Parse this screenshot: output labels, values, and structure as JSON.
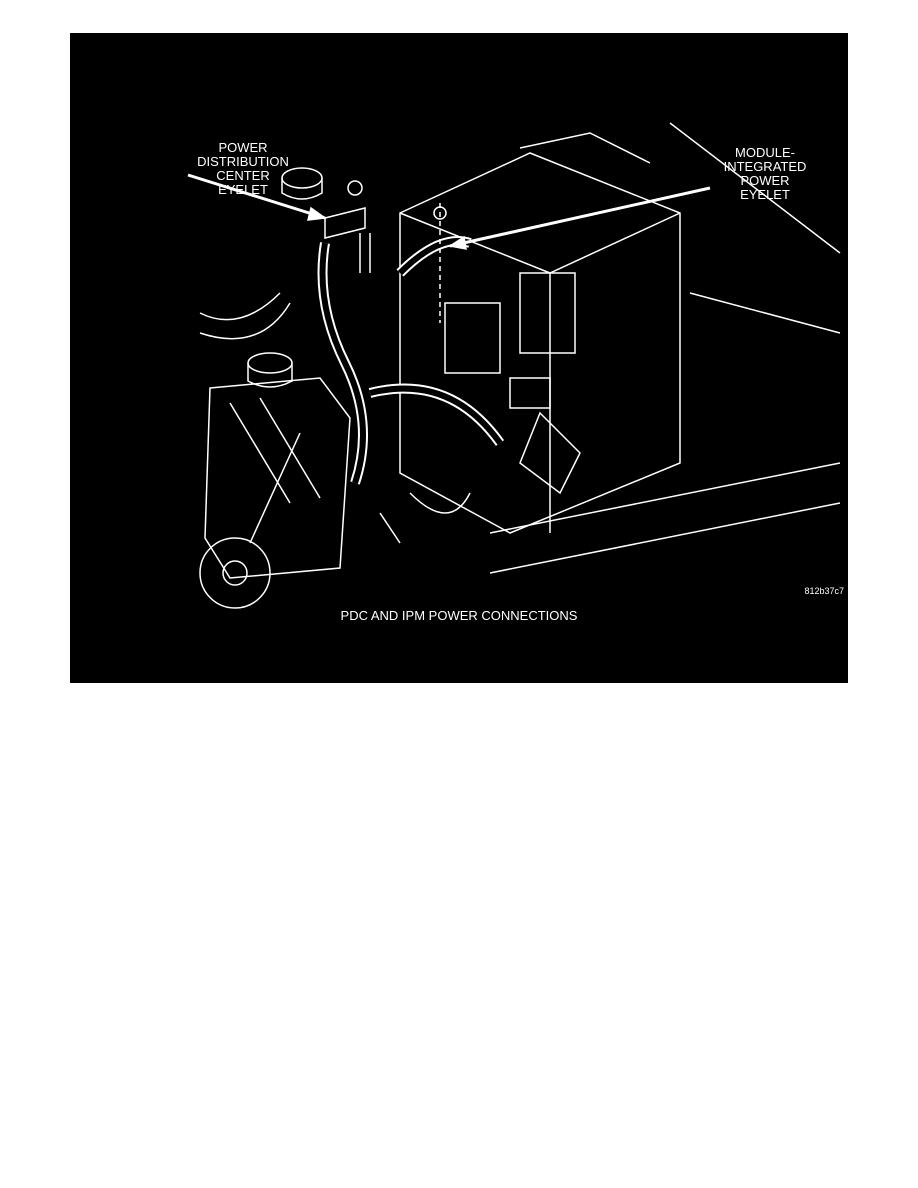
{
  "figure": {
    "labels": {
      "pdc_eyelet": "POWER\nDISTRIBUTION\nCENTER\nEYELET",
      "ipm_eyelet": "MODULE-\nINTEGRATED\nPOWER\nEYELET"
    },
    "figure_id": "812b37c7",
    "caption": "PDC AND IPM POWER CONNECTIONS"
  }
}
